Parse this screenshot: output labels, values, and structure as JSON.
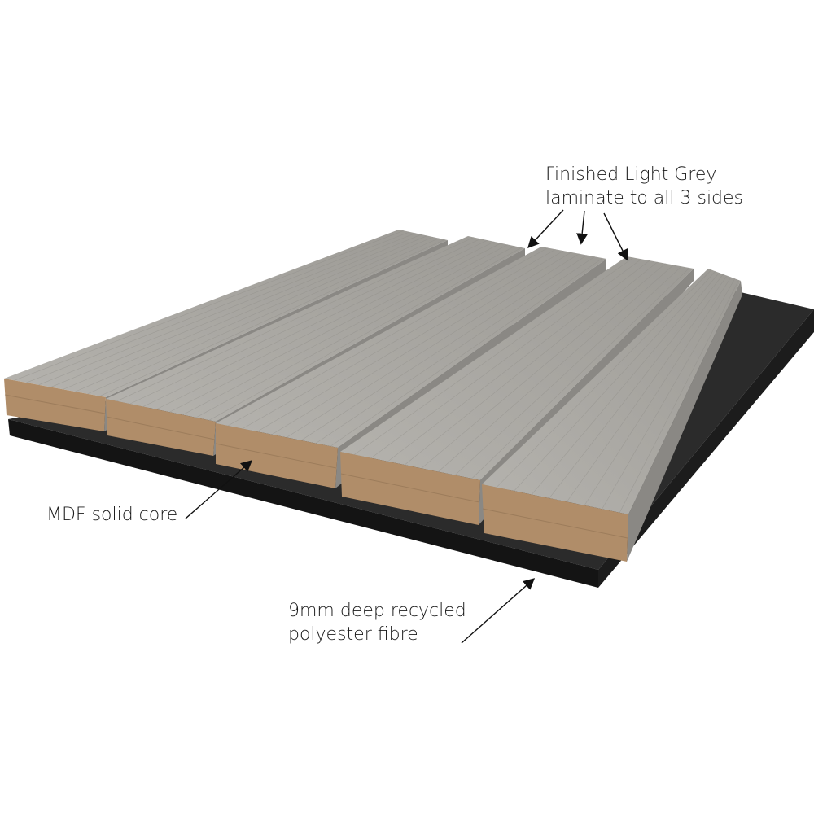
{
  "labels": {
    "laminate": [
      "Finished Light Grey",
      "laminate to all 3 sides"
    ],
    "core": "MDF solid core",
    "felt": [
      "9mm deep recycled",
      "polyester fibre"
    ]
  },
  "colors": {
    "slat_top": "#a9a7a2",
    "slat_side": "#8a8884",
    "mdf_end": "#b08d69",
    "felt_top": "#2b2b2b",
    "felt_edge": "#141414",
    "arrow": "#111111"
  }
}
